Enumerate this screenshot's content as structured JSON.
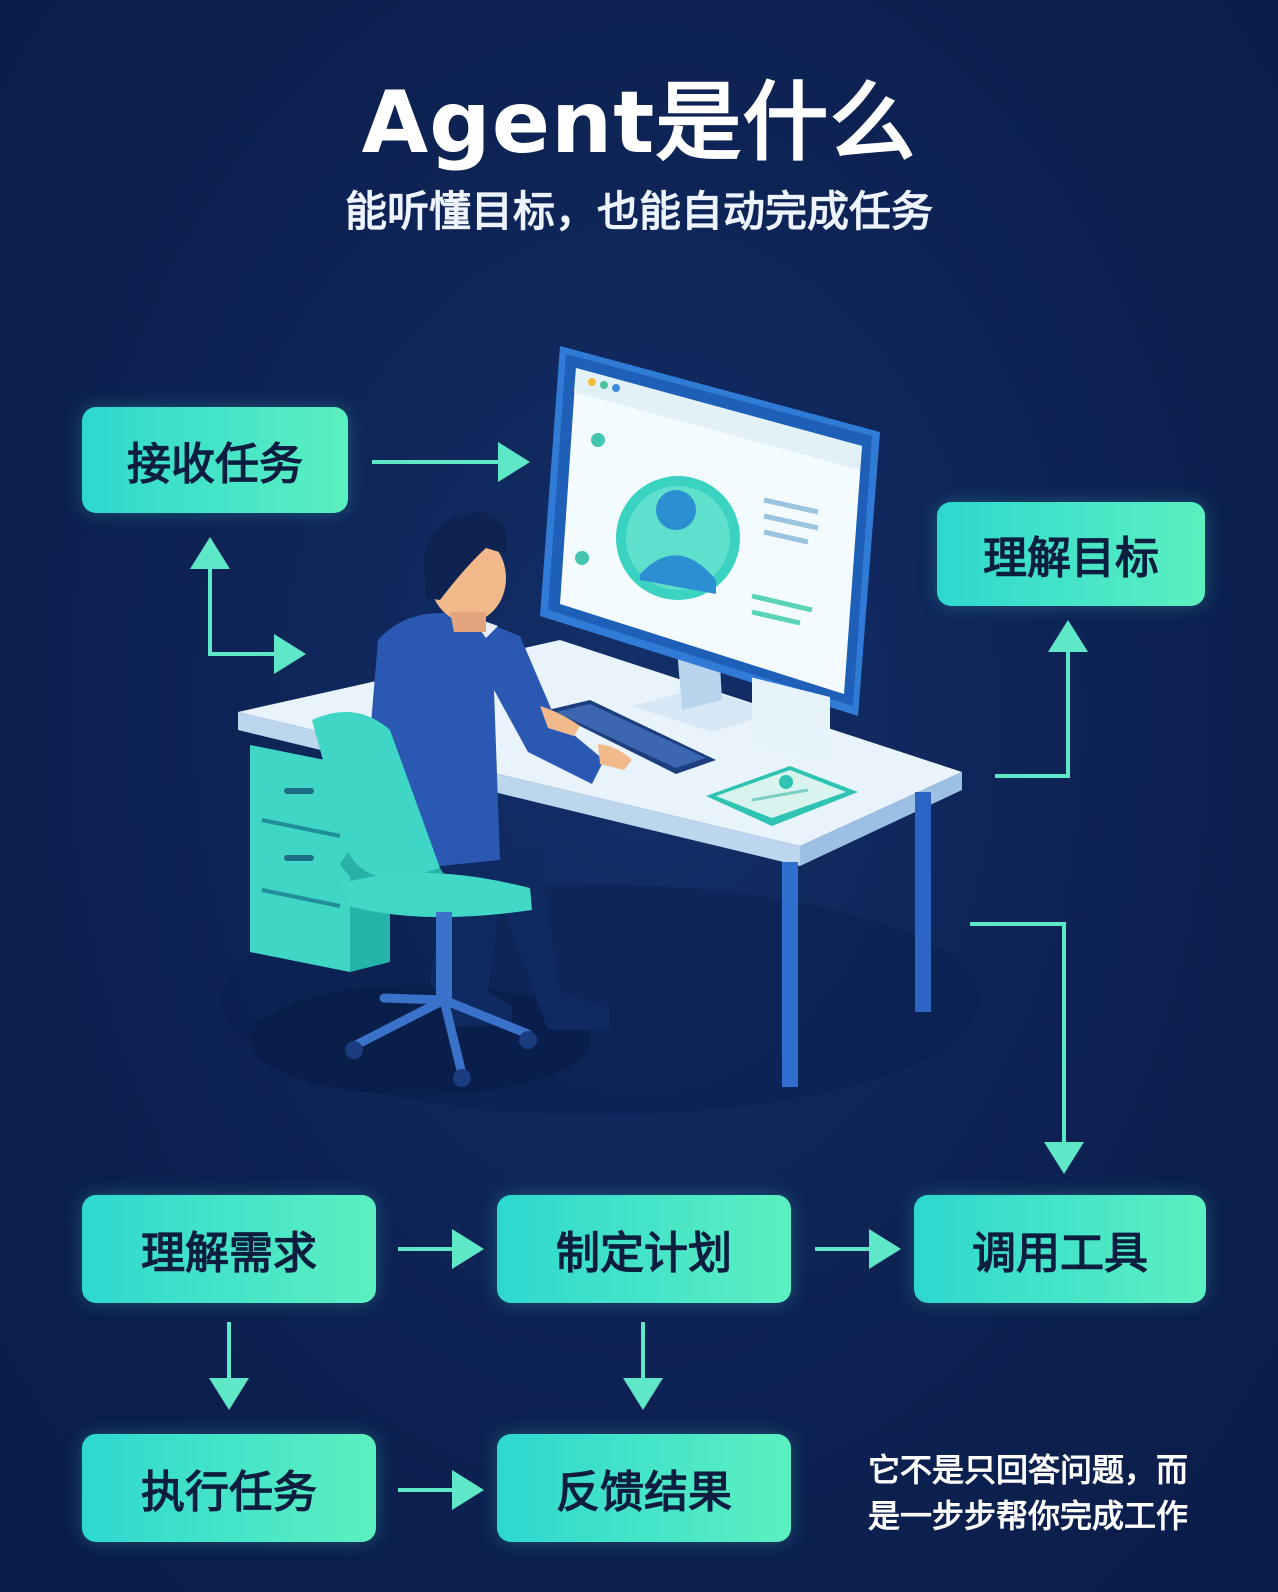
{
  "header": {
    "title": "Agent是什么",
    "subtitle": "能听懂目标，也能自动完成任务"
  },
  "steps": {
    "receive_task": "接收任务",
    "understand_goal": "理解目标",
    "understand_needs": "理解需求",
    "make_plan": "制定计划",
    "call_tools": "调用工具",
    "execute_task": "执行任务",
    "feedback_result": "反馈结果"
  },
  "note": {
    "line1": "它不是只回答问题，而",
    "line2": "是一步步帮你完成工作"
  },
  "colors": {
    "background": "#0e2456",
    "box_start": "#2ed8cf",
    "box_end": "#5cf0c0",
    "arrow": "#5ee8c8",
    "text_dark": "#0c1d3f"
  }
}
